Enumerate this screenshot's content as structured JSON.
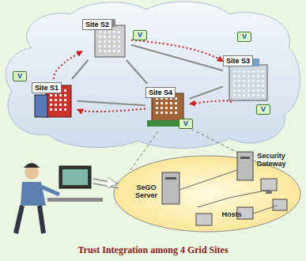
{
  "diagram": {
    "caption": "Trust Integration among 4 Grid Sites",
    "nodes": [
      {
        "text": [
          "Site S1"
        ]
      },
      {
        "text": [
          "Site S2"
        ]
      },
      {
        "text": [
          "Site S3"
        ]
      },
      {
        "text": [
          "Site S4"
        ]
      }
    ],
    "edges": [
      {
        "from": 0,
        "to": 1,
        "arrow": "none"
      },
      {
        "from": 1,
        "to": 3,
        "arrow": "none"
      },
      {
        "from": 1,
        "to": 2,
        "arrow": "none"
      },
      {
        "from": 0,
        "to": 3,
        "arrow": "none"
      },
      {
        "from": 3,
        "to": 2,
        "arrow": "none"
      },
      {
        "from": 0,
        "to": 1,
        "arrow": "to"
      },
      {
        "from": 1,
        "to": 2,
        "arrow": "to"
      },
      {
        "from": 2,
        "to": 3,
        "arrow": "to"
      },
      {
        "from": 3,
        "to": 0,
        "arrow": "to"
      }
    ],
    "labels": [
      "V",
      "V",
      "V",
      "V",
      "V",
      "SeGO Server",
      "Security Gateway",
      "Hosts"
    ]
  }
}
